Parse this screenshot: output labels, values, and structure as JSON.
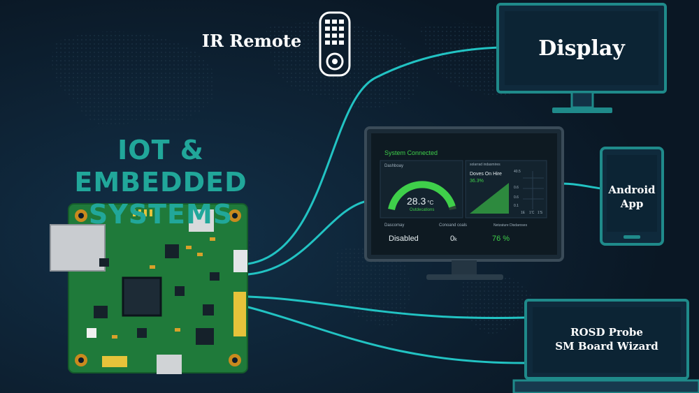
{
  "headline": {
    "line1": "IOT & EMBEDDED",
    "line2": "SYSTEMS"
  },
  "nodes": {
    "ir_remote": "IR Remote",
    "display": "Display",
    "android_line1": "Android",
    "android_line2": "App",
    "laptop_line1": "ROSD Probe",
    "laptop_line2": "SM Board Wizard"
  },
  "dashboard": {
    "status": "System Connected",
    "panel1_label": "Dashboay",
    "gauge_value": "28.3",
    "gauge_unit": "°C",
    "gauge_caption": "Outdecations",
    "panel2_label": "solarrad indasmires",
    "panel2_title": "Doves On Hire",
    "panel2_value": "36.3%",
    "axis_ticks": [
      "40.5",
      "0.6",
      "0.6",
      "0.1"
    ],
    "axis_bottom": [
      "1E",
      "1'C",
      "1'S"
    ],
    "stat1_label": "Dascomay",
    "stat1_value": "Disabled",
    "stat2_label": "Conoand coals",
    "stat2_value": "0",
    "stat2_unit": "k",
    "stat3_label": "Netzature Disdaroses",
    "stat3_value": "76 %"
  },
  "colors": {
    "background": "#0c1c2b",
    "accent_teal": "#21a79a",
    "wire_cyan": "#22c3c3",
    "board_green": "#1f7a3a",
    "gauge_green": "#3fcf4a"
  }
}
